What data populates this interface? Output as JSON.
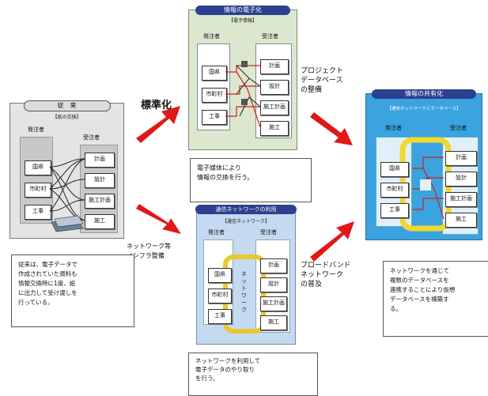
{
  "label_standardization": "標準化",
  "label_project_db": "プロジェクト\nデータベース\nの整備",
  "label_network_infra": "ネットワーク等\nインフラ整備",
  "label_broadband": "ブロードバンド\nネットワーク\nの普及",
  "panel_current": {
    "title": "従　来",
    "subtitle": "【紙の交換】",
    "orderer": "発注者",
    "contractor": "受注者",
    "left_boxes": [
      "国県",
      "市町村",
      "工事"
    ],
    "right_boxes": [
      "計画",
      "設計",
      "施工計画",
      "施工"
    ],
    "note": "従来は、電子データで\n作成されていた資料も\n情報交換時に1度、紙\nに出力して受け渡しを\n行っている。"
  },
  "panel_digital": {
    "title": "情報の電子化",
    "subtitle": "【電子情報】",
    "orderer": "発注者",
    "contractor": "受注者",
    "left_boxes": [
      "国県",
      "市町村",
      "工事"
    ],
    "right_boxes": [
      "計画",
      "設計",
      "施工計画",
      "施工"
    ],
    "note": "電子媒体により\n情報の交換を行う。"
  },
  "panel_network": {
    "title": "通信ネットワークの利用",
    "subtitle": "【通信ネットワーク】",
    "orderer": "発注者",
    "contractor": "受注者",
    "left_boxes": [
      "国県",
      "市町村",
      "工事"
    ],
    "right_boxes": [
      "計画",
      "設計",
      "施工計画",
      "施工"
    ],
    "middle_text": "ネットワーク",
    "note": "ネットワークを利用して\n電子データのやり取り\nを行う。"
  },
  "panel_shared": {
    "title": "情報の共有化",
    "subtitle": "【通信ネットワークとデータベース】",
    "orderer": "発注者",
    "contractor": "受注者",
    "left_boxes": [
      "国県",
      "市町村",
      "工事"
    ],
    "right_boxes": [
      "計画",
      "設計",
      "施工計画",
      "施工"
    ],
    "note": "ネットワークを通じて\n複数のデータベースを\n連携することにより仮想\nデータベースを構築す\nる。"
  }
}
